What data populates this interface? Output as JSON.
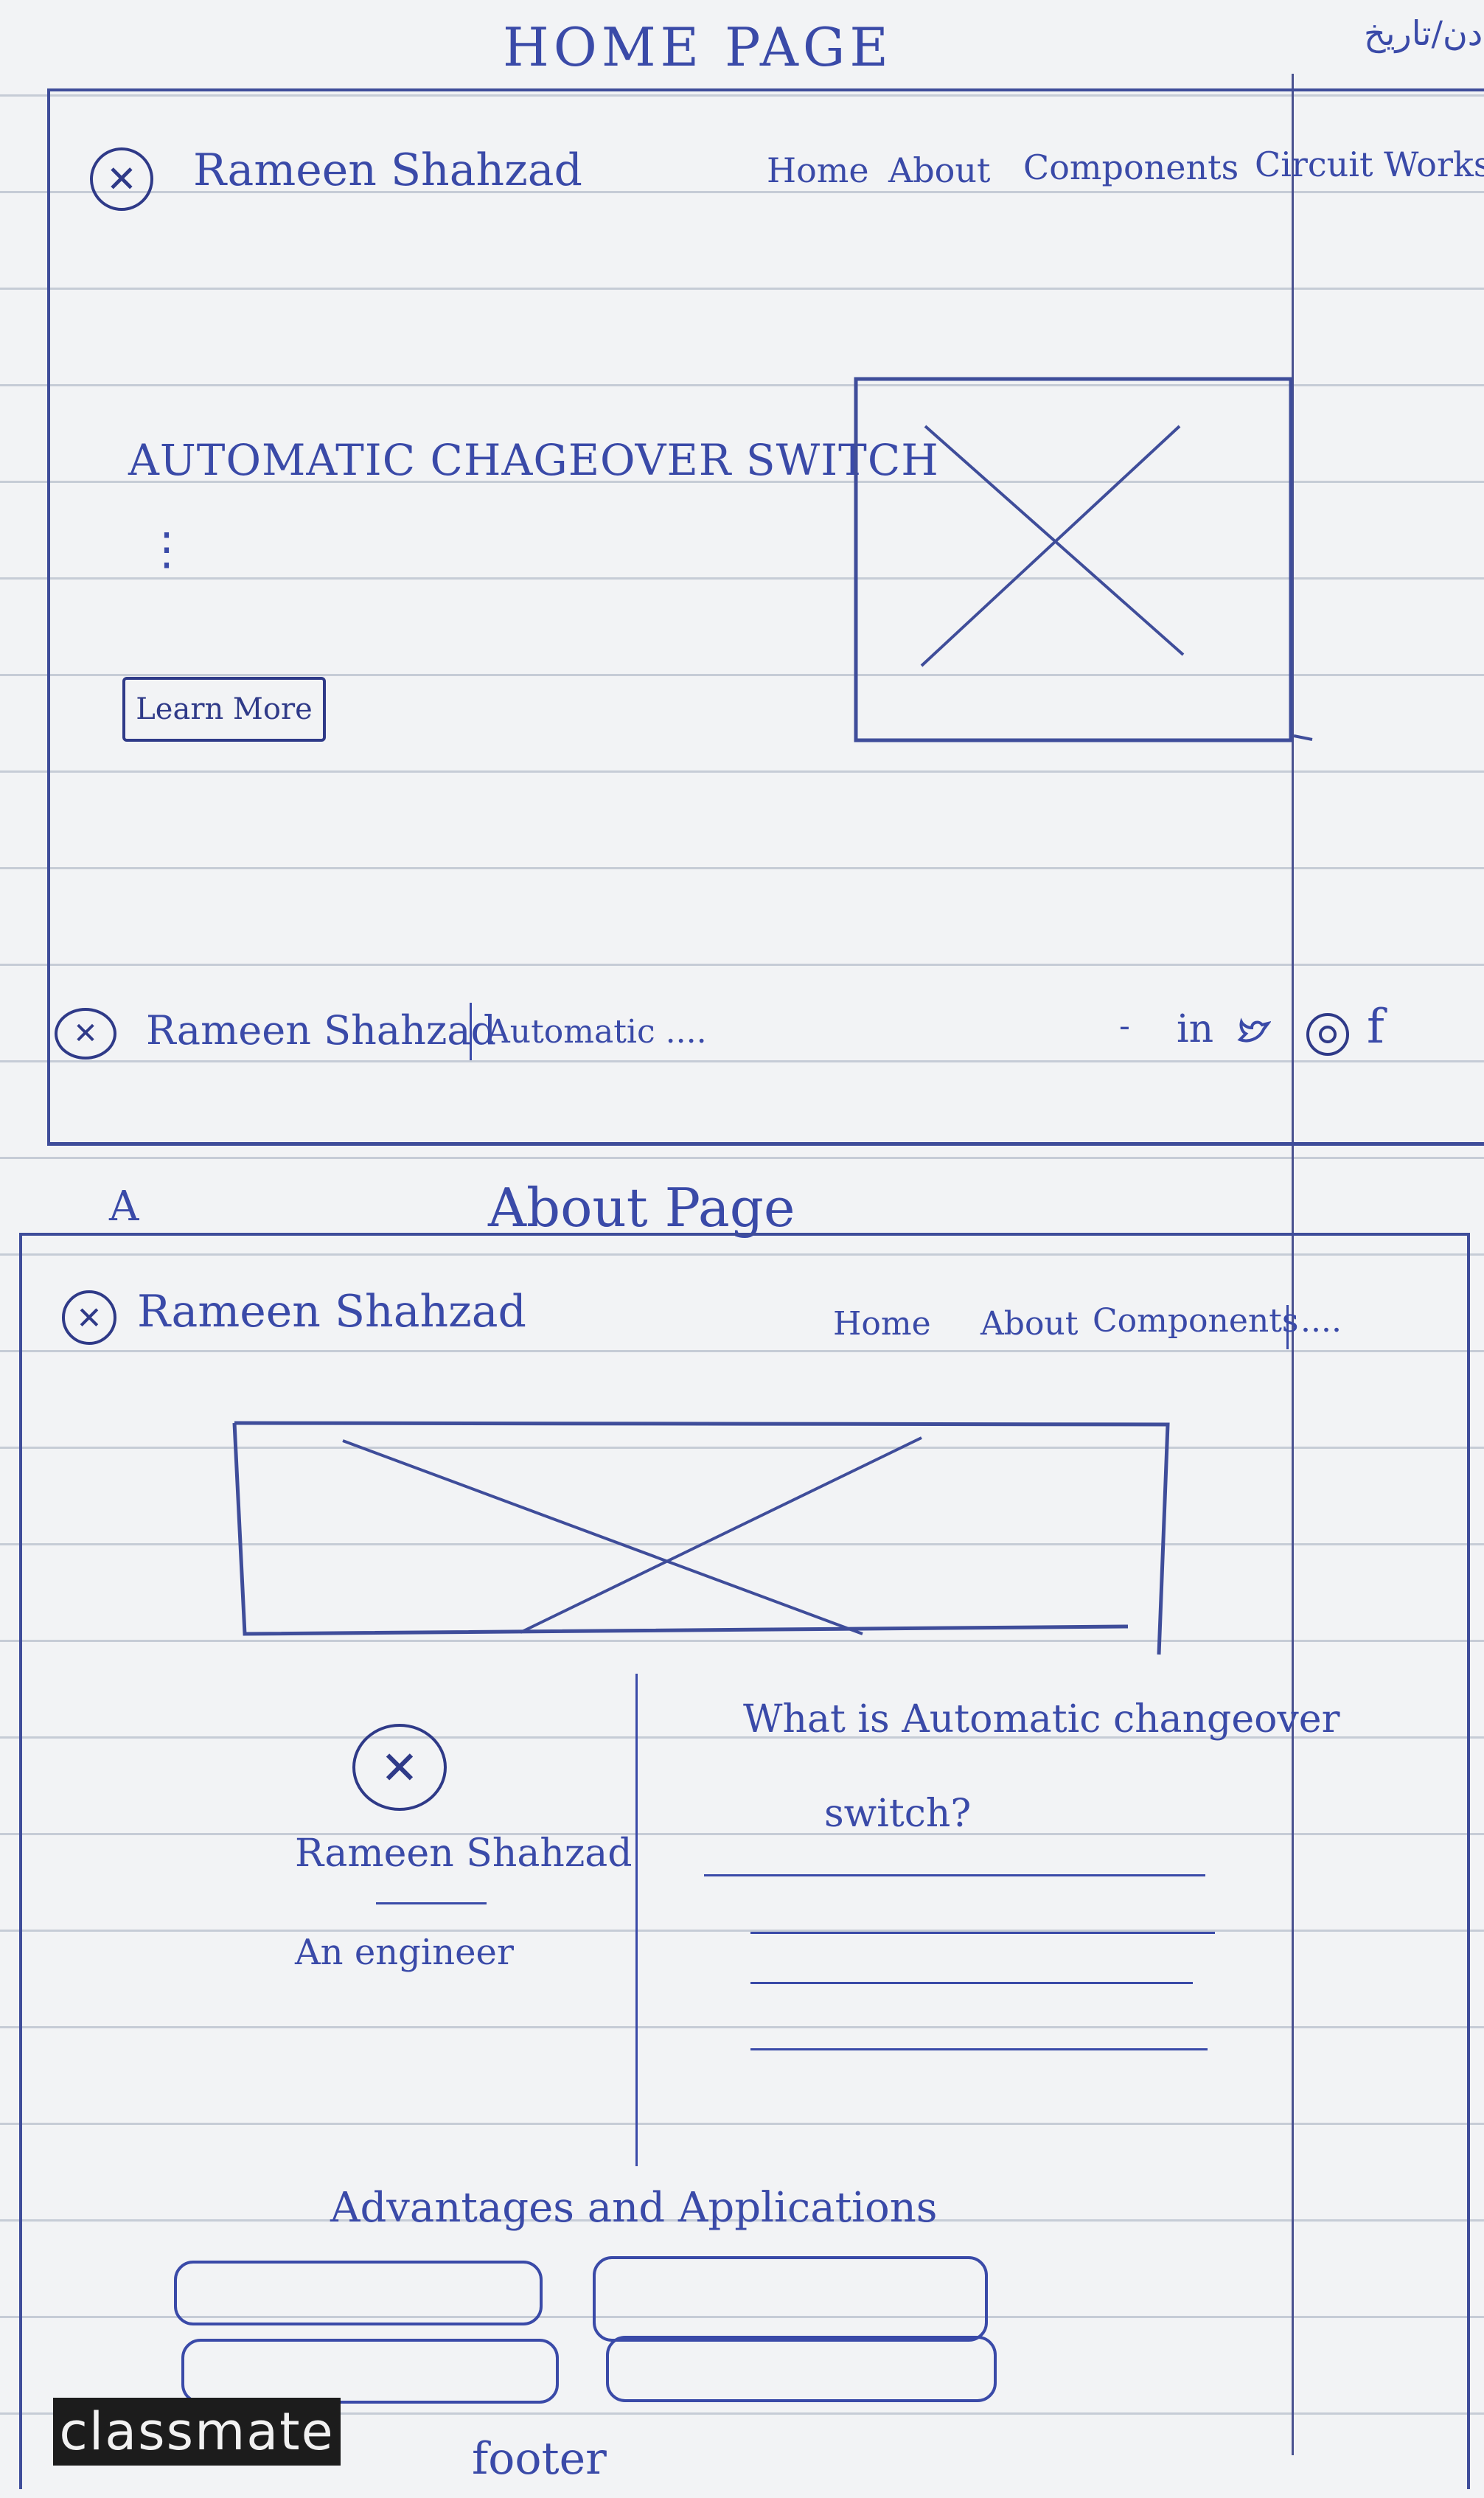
{
  "date_label": "دن/تاریخ",
  "home": {
    "page_title": "HOME PAGE",
    "header": {
      "logo_symbol": "✕",
      "name": "Rameen Shahzad",
      "nav": [
        "Home",
        "About",
        "Components",
        "Circuit Works"
      ]
    },
    "hero": {
      "title": "AUTOMATIC CHAGEOVER SWITCH",
      "dots": "⋮",
      "button_label": "Learn More"
    },
    "footer": {
      "logo_symbol": "✕",
      "name": "Rameen Shahzad",
      "text": "Automatic ....",
      "dash": "-",
      "icons": [
        "in",
        "twitter-icon",
        "instagram-icon",
        "f"
      ]
    }
  },
  "about": {
    "letter": "A",
    "page_title": "About Page",
    "header": {
      "logo_symbol": "✕",
      "name": "Rameen Shahzad",
      "nav": [
        "Home",
        "About",
        "Components"
      ],
      "more": "...."
    },
    "profile": {
      "avatar_symbol": "✕",
      "name": "Rameen Shahzad",
      "role": "An engineer"
    },
    "question": {
      "line1": "What is Automatic changeover",
      "line2": "switch?"
    },
    "section_title": "Advantages and Applications",
    "footer_label": "footer"
  },
  "brand": "classmate",
  "colors": {
    "ink": "#3a4aa8",
    "paper": "#f2f3f5",
    "rule": "#c6ccd6"
  }
}
